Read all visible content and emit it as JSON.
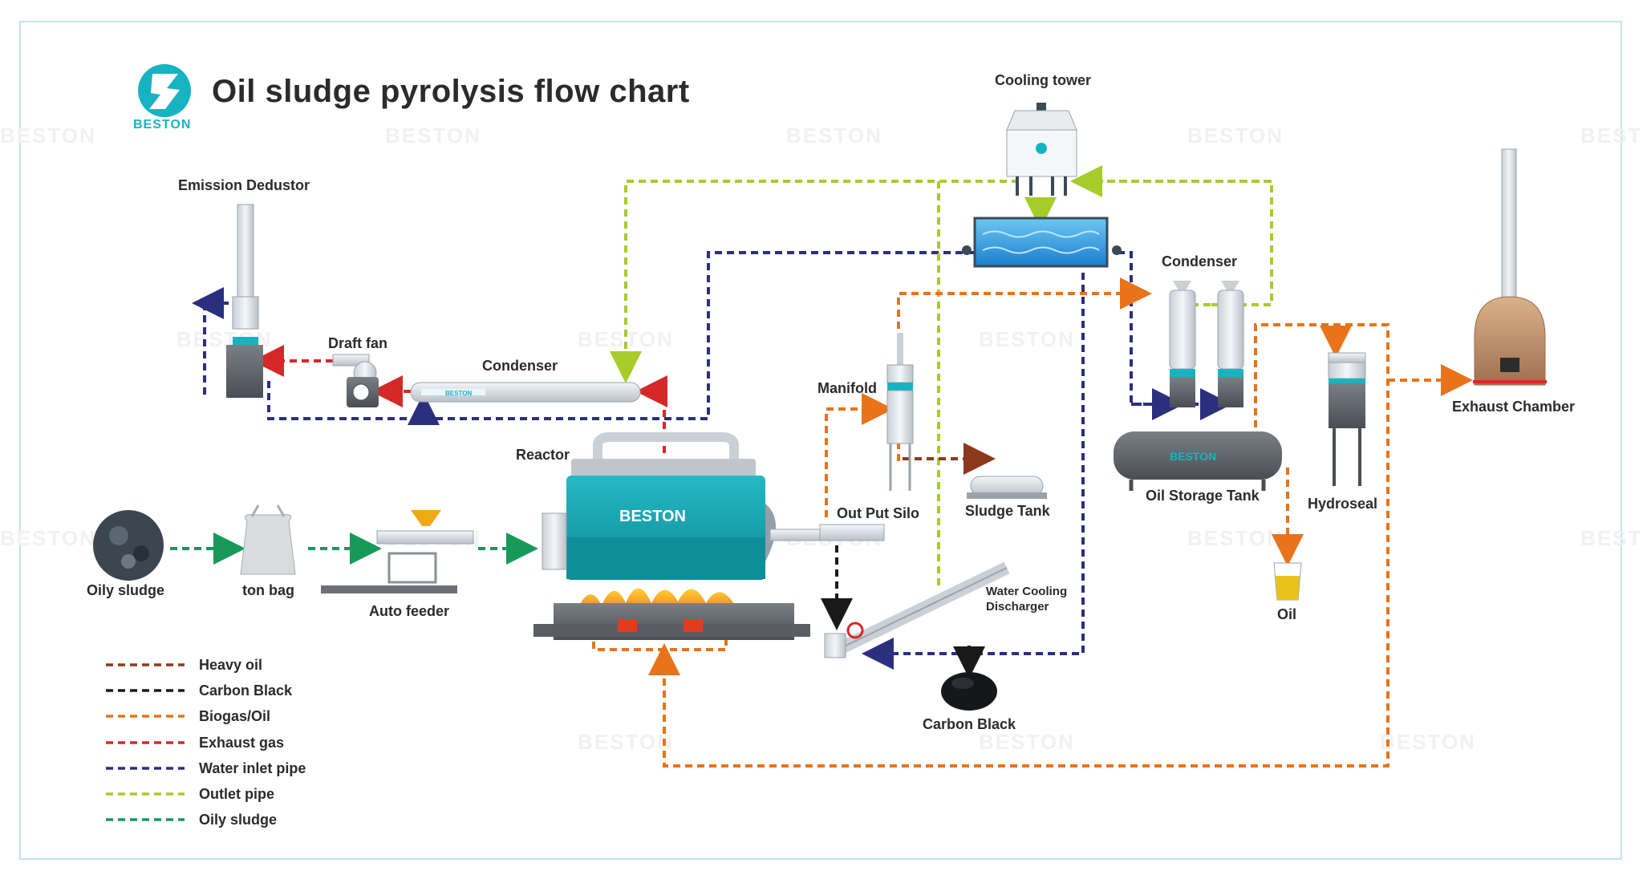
{
  "brand": {
    "name": "BESTON",
    "accent": "#17b3c1"
  },
  "title": "Oil sludge pyrolysis flow chart",
  "equipment": {
    "cooling_tower": "Cooling tower",
    "emission_dedustor": "Emission Dedustor",
    "draft_fan": "Draft fan",
    "condenser_horizontal": "Condenser",
    "condenser_vertical": "Condenser",
    "reactor": "Reactor",
    "manifold": "Manifold",
    "out_put_silo": "Out Put Silo",
    "sludge_tank": "Sludge Tank",
    "oil_storage_tank": "Oil Storage Tank",
    "hydroseal": "Hydroseal",
    "exhaust_chamber": "Exhaust Chamber",
    "oily_sludge": "Oily sludge",
    "ton_bag": "ton bag",
    "auto_feeder": "Auto feeder",
    "water_cooling_discharger_line1": "Water Cooling",
    "water_cooling_discharger_line2": "Discharger",
    "carbon_black": "Carbon Black",
    "oil": "Oil"
  },
  "legend": [
    {
      "label": "Heavy oil",
      "color": "#8b3a1e"
    },
    {
      "label": "Carbon Black",
      "color": "#1a1a1a"
    },
    {
      "label": "Biogas/Oil",
      "color": "#e8731a"
    },
    {
      "label": "Exhaust gas",
      "color": "#d62828"
    },
    {
      "label": "Water inlet pipe",
      "color": "#2b2f7e"
    },
    {
      "label": "Outlet pipe",
      "color": "#a6cc2a"
    },
    {
      "label": "Oily sludge",
      "color": "#17995a"
    }
  ]
}
